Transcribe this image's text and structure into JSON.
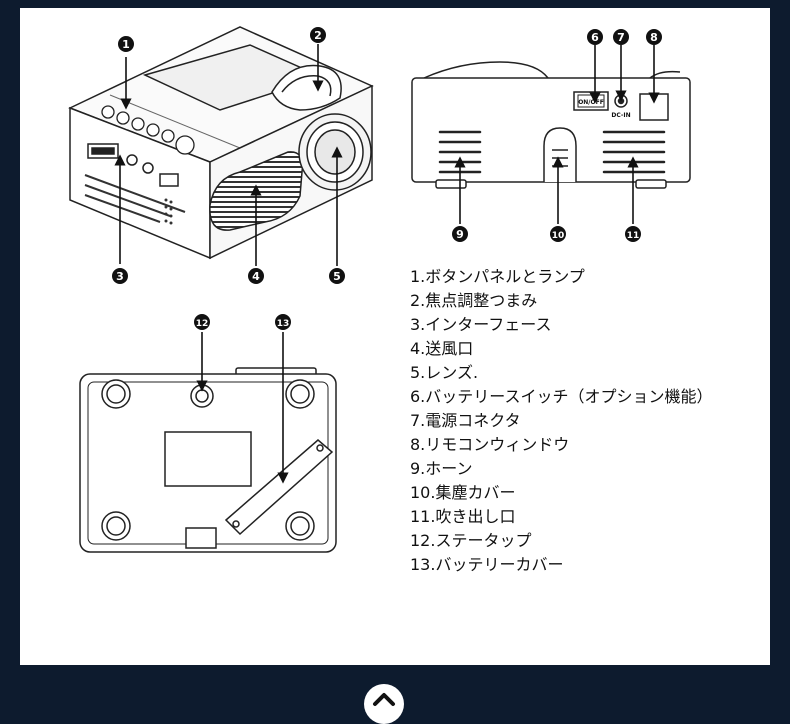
{
  "callouts": [
    "1",
    "2",
    "3",
    "4",
    "5",
    "6",
    "7",
    "8",
    "9",
    "10",
    "11",
    "12",
    "13"
  ],
  "panel_labels": {
    "switch": "ON/OFF",
    "dc_in": "DC-IN"
  },
  "legend": [
    "1.ボタンパネルとランプ",
    "2.焦点調整つまみ",
    "3.インターフェース",
    "4.送風口",
    "5.レンズ.",
    "6.バッテリースイッチ（オプション機能）",
    "7.電源コネクタ",
    "8.リモコンウィンドウ",
    "9.ホーン",
    "10.集塵カバー",
    "11.吹き出し口",
    "12.ステータップ",
    "13.バッテリーカバー"
  ],
  "icons": {
    "scroll_top": "chevron-up-icon"
  }
}
